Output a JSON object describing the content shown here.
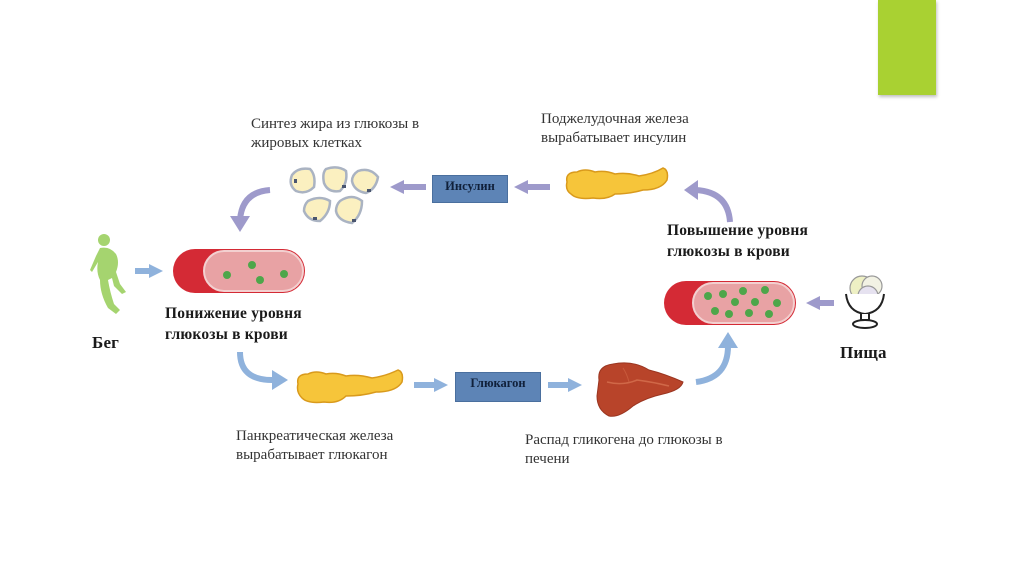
{
  "slide": {
    "accent_color": "#a9d132"
  },
  "labels": {
    "fat_synthesis": [
      "Синтез жира из глюкозы в",
      "жировых клетках"
    ],
    "pancreas_insulin": [
      "Поджелудочная железа",
      "вырабатывает инсулин"
    ],
    "glucose_up": [
      "Повышение уровня",
      "глюкозы в крови"
    ],
    "glucose_down": [
      "Понижение уровня",
      "глюкозы в крови"
    ],
    "running": "Бег",
    "food": "Пища",
    "pancreas_glucagon": [
      "Панкреатическая железа",
      "вырабатывает глюкагон"
    ],
    "glycogen_breakdown": [
      "Распад гликогена до глюкозы в",
      "печени"
    ]
  },
  "hormones": {
    "insulin": "Инсулин",
    "glucagon": "Глюкагон"
  },
  "icons": {
    "runner": "runner-icon",
    "food": "ice-cream-bowl-icon",
    "fat_cells": "fat-cells-icon",
    "pancreas": "pancreas-icon",
    "liver": "liver-icon",
    "vessel": "blood-vessel-icon"
  },
  "colors": {
    "insulin_arrow": "#9e9acb",
    "glucagon_arrow": "#8fb2dc",
    "hormone_box": "#5d84b6",
    "vessel_red": "#d42a35",
    "vessel_lumen": "#e8a2a4",
    "glucose_dot": "#4ea64a",
    "pancreas": "#f6c53a",
    "liver": "#b8442a",
    "runner": "#a5d46f"
  }
}
